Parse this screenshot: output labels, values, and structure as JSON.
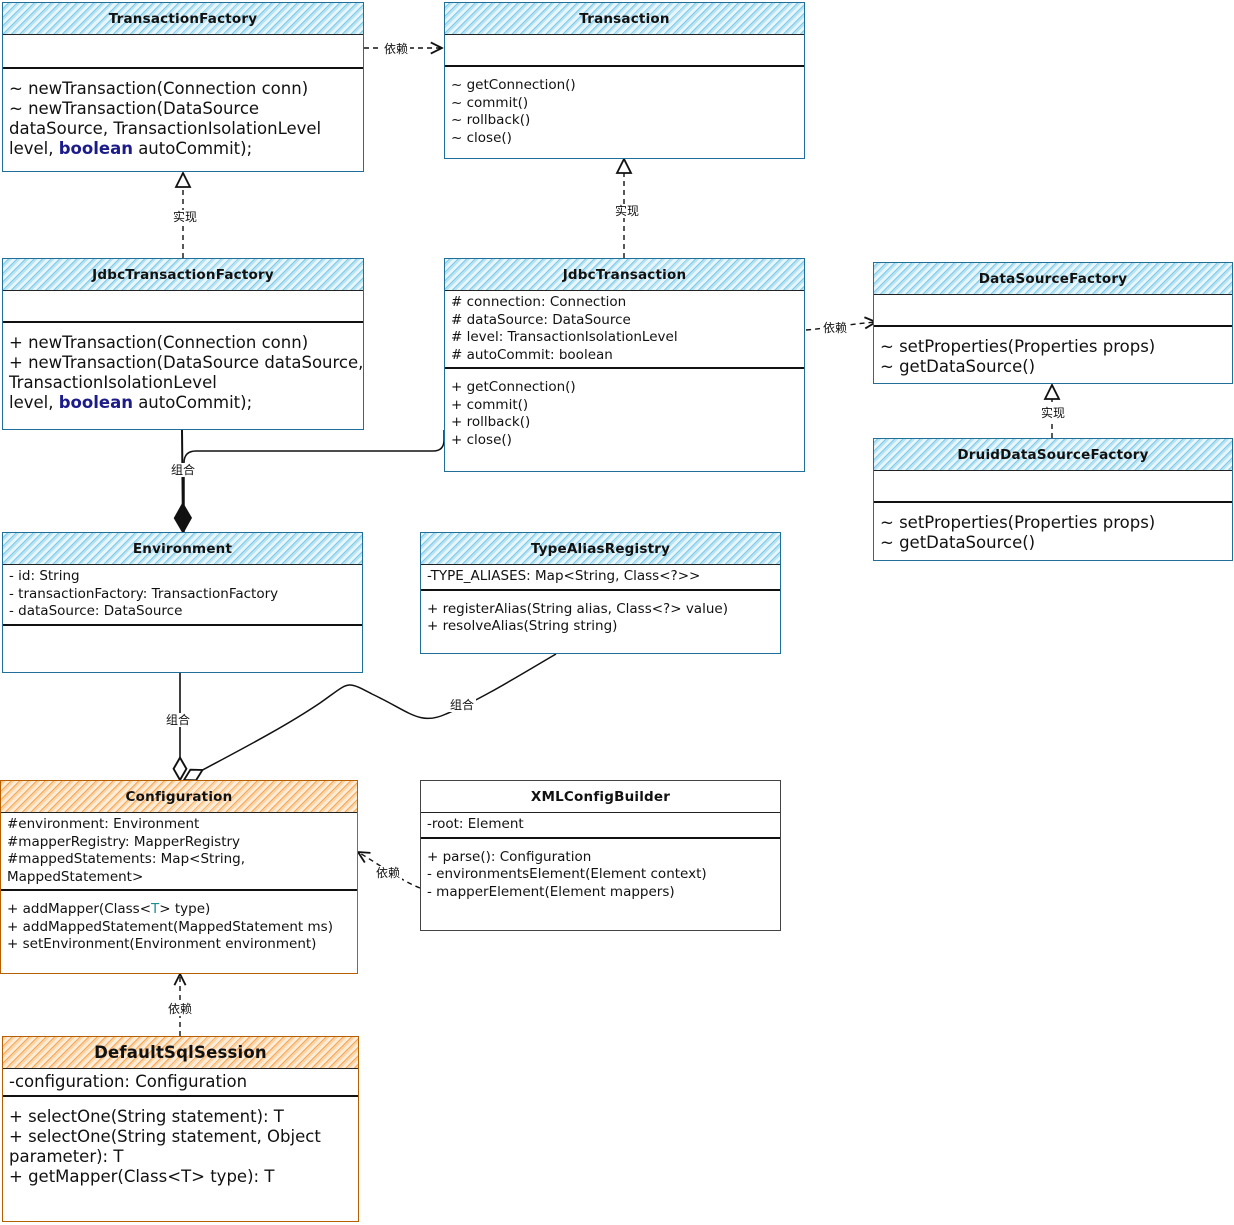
{
  "classes": {
    "transaction_factory": {
      "name": "TransactionFactory",
      "attributes": [],
      "methods": [
        "~ newTransaction(Connection conn)",
        "~ newTransaction(DataSource",
        "dataSource, TransactionIsolationLevel",
        "level, |boolean| autoCommit);"
      ]
    },
    "transaction": {
      "name": "Transaction",
      "attributes": [],
      "methods": [
        "~ getConnection()",
        "~ commit()",
        "~ rollback()",
        "~ close()"
      ]
    },
    "jdbc_transaction_factory": {
      "name": "JdbcTransactionFactory",
      "attributes": [],
      "methods": [
        "+ newTransaction(Connection conn)",
        "+ newTransaction(DataSource dataSource,",
        "TransactionIsolationLevel",
        "level, |boolean| autoCommit);"
      ]
    },
    "jdbc_transaction": {
      "name": "JdbcTransaction",
      "attributes": [
        "# connection:  Connection",
        "# dataSource:  DataSource",
        "# level:  TransactionIsolationLevel",
        "# autoCommit:  boolean"
      ],
      "methods": [
        "+ getConnection()",
        "+ commit()",
        "+ rollback()",
        "+ close()"
      ]
    },
    "data_source_factory": {
      "name": "DataSourceFactory",
      "attributes": [],
      "methods": [
        "~ setProperties(Properties props)",
        "~ getDataSource()"
      ]
    },
    "druid_data_source_factory": {
      "name": "DruidDataSourceFactory",
      "attributes": [],
      "methods": [
        "~ setProperties(Properties props)",
        "~ getDataSource()"
      ]
    },
    "environment": {
      "name": "Environment",
      "attributes": [
        "- id:  String",
        "- transactionFactory:  TransactionFactory",
        "- dataSource:  DataSource"
      ],
      "methods": []
    },
    "type_alias_registry": {
      "name": "TypeAliasRegistry",
      "attributes": [
        "-TYPE_ALIASES:  Map<String, Class<?>>"
      ],
      "methods": [
        "+ registerAlias(String alias, Class<?> value)",
        "+ resolveAlias(String string)"
      ]
    },
    "configuration": {
      "name": "Configuration",
      "attributes": [
        "#environment:  Environment",
        "#mapperRegistry:  MapperRegistry",
        "#mappedStatements:  Map<String,",
        "MappedStatement>"
      ],
      "methods": [
        "+ addMapper(Class<|T|> type)",
        "+ addMappedStatement(MappedStatement ms)",
        "+ setEnvironment(Environment environment)"
      ]
    },
    "xml_config_builder": {
      "name": "XMLConfigBuilder",
      "attributes": [
        "-root:  Element"
      ],
      "methods": [
        "+ parse():  Configuration",
        "- environmentsElement(Element context)",
        "- mapperElement(Element mappers)"
      ]
    },
    "default_sql_session": {
      "name": "DefaultSqlSession",
      "attributes": [
        "-configuration:  Configuration"
      ],
      "methods": [
        "+ selectOne(String statement):  T",
        "+ selectOne(String statement, Object",
        "parameter):  T",
        "+ getMapper(Class<T> type):  T"
      ]
    }
  },
  "relations": {
    "depends": "依赖",
    "implements": "实现",
    "composes": "组合"
  },
  "colors": {
    "blue_border": "#1f6f9a",
    "blue_fill": "#7fcbe6",
    "orange_border": "#b55f00",
    "orange_fill": "#f3a95c",
    "keyword": "#1b1b8a"
  }
}
